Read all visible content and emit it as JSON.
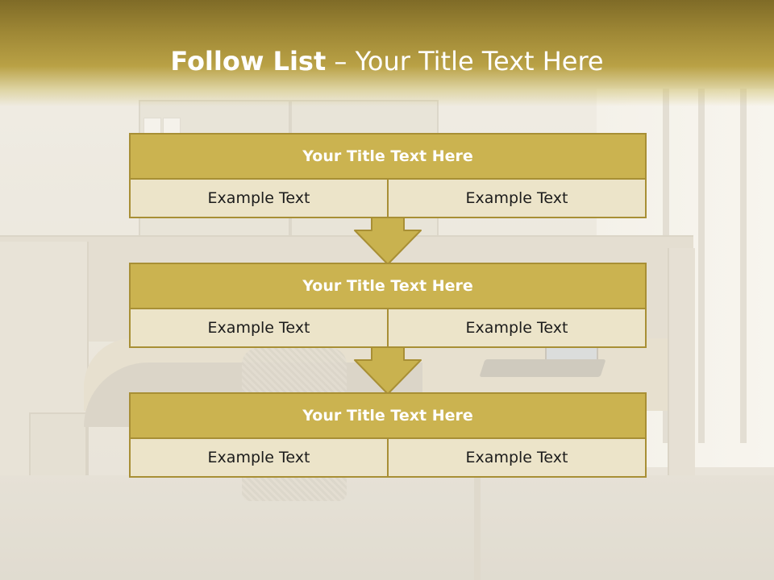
{
  "slide": {
    "title_bold": "Follow List",
    "title_rest": " – Your Title Text Here"
  },
  "blocks": [
    {
      "title": "Your Title Text Here",
      "left": "Example Text",
      "right": "Example Text"
    },
    {
      "title": "Your Title Text Here",
      "left": "Example Text",
      "right": "Example Text"
    },
    {
      "title": "Your Title Text Here",
      "left": "Example Text",
      "right": "Example Text"
    }
  ],
  "colors": {
    "header_dark": "#7f6b27",
    "header_gold": "#b9a145",
    "block_title_fill": "#cbb350",
    "block_border": "#a88f35",
    "cell_fill": "#ece4c9",
    "arrow_fill": "#c9b24f"
  },
  "icons": [
    "down-arrow-icon",
    "down-arrow-icon"
  ]
}
